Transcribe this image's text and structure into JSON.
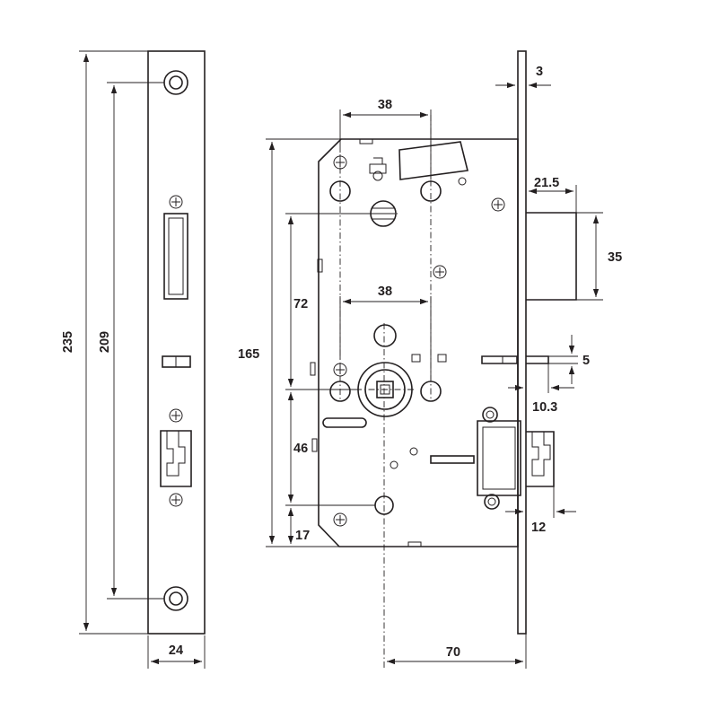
{
  "units": "mm",
  "dimensions": {
    "faceplate_length": "235",
    "screw_hole_spacing": "209",
    "faceplate_width": "24",
    "case_height": "165",
    "cylinder_spacing_top": "38",
    "cylinder_spacing_mid": "38",
    "handle_to_top_hole": "72",
    "handle_to_cylinder": "46",
    "cylinder_to_bottom": "17",
    "faceplate_thickness": "3",
    "latch_projection": "21.5",
    "latch_height": "35",
    "auxiliary_bolt_height": "5",
    "auxiliary_bolt_projection": "10.3",
    "deadbolt_projection": "12",
    "backset": "70"
  },
  "colors": {
    "line": "#231f20",
    "background": "#ffffff"
  }
}
